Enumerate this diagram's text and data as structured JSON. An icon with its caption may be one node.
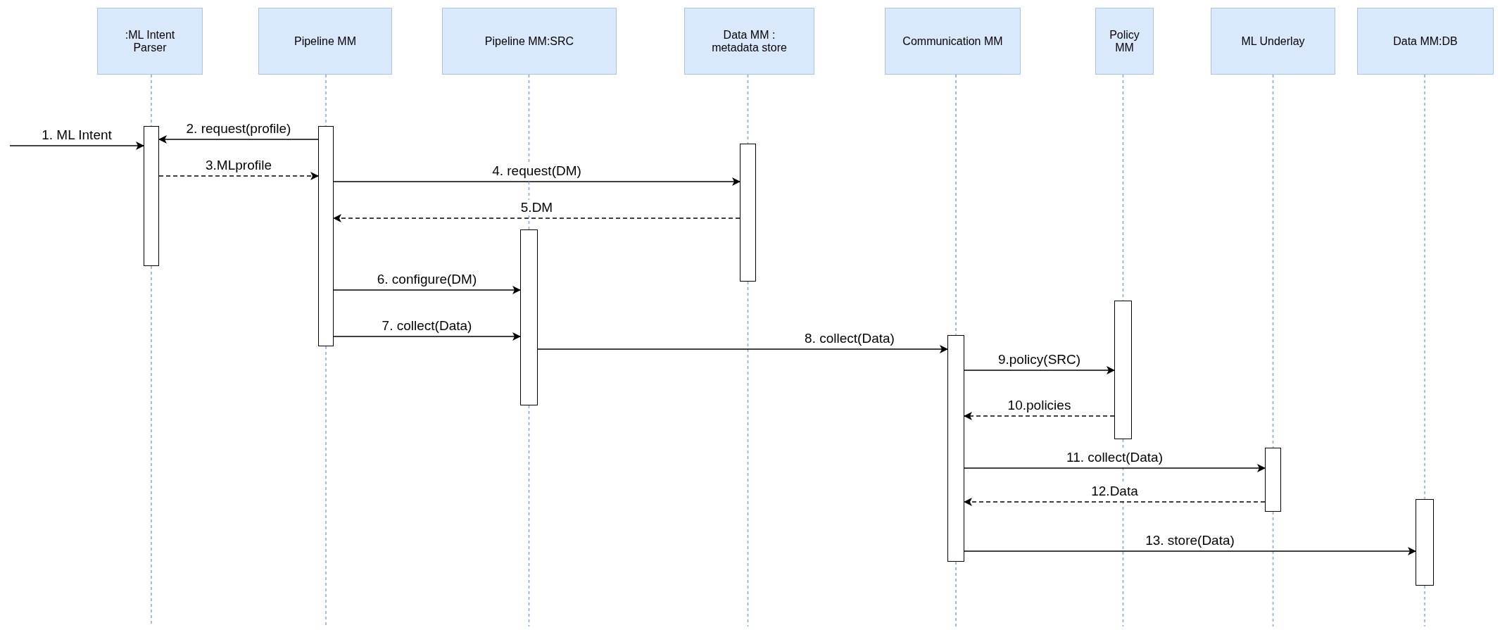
{
  "diagram": {
    "nodes": [
      {
        "text": [
          ":ML Intent Parser"
        ]
      },
      {
        "text": [
          "Pipeline MM"
        ]
      },
      {
        "text": [
          "Pipeline MM:SRC"
        ]
      },
      {
        "text": [
          "Data MM : metadata store"
        ]
      },
      {
        "text": [
          "Communication MM"
        ]
      },
      {
        "text": [
          "Policy MM"
        ]
      },
      {
        "text": [
          "ML Underlay"
        ]
      },
      {
        "text": [
          "Data MM:DB"
        ]
      },
      {
        "text": [],
        "shape": "bar"
      },
      {
        "text": [],
        "shape": "bar"
      },
      {
        "text": [],
        "shape": "bar"
      },
      {
        "text": [],
        "shape": "bar"
      },
      {
        "text": [],
        "shape": "bar"
      },
      {
        "text": [],
        "shape": "bar"
      },
      {
        "text": [],
        "shape": "bar"
      },
      {
        "text": [],
        "shape": "bar"
      }
    ],
    "edges": [
      {
        "from": null,
        "to": 8,
        "arrow": "to",
        "label": "1. ML Intent"
      },
      {
        "from": 9,
        "to": 8,
        "arrow": "to",
        "label": "2. request(profile)"
      },
      {
        "from": 8,
        "to": 9,
        "arrow": "to",
        "label": "3.MLprofile",
        "style": "dashed"
      },
      {
        "from": 9,
        "to": 11,
        "arrow": "to",
        "label": "4. request(DM)"
      },
      {
        "from": 11,
        "to": 9,
        "arrow": "to",
        "label": "5.DM",
        "style": "dashed"
      },
      {
        "from": 9,
        "to": 10,
        "arrow": "to",
        "label": "6. configure(DM)"
      },
      {
        "from": 9,
        "to": 10,
        "arrow": "to",
        "label": "7. collect(Data)"
      },
      {
        "from": 10,
        "to": 12,
        "arrow": "to",
        "label": "8. collect(Data)"
      },
      {
        "from": 12,
        "to": 13,
        "arrow": "to",
        "label": "9.policy(SRC)"
      },
      {
        "from": 13,
        "to": 12,
        "arrow": "to",
        "label": "10.policies",
        "style": "dashed"
      },
      {
        "from": 12,
        "to": 14,
        "arrow": "to",
        "label": "11. collect(Data)"
      },
      {
        "from": 14,
        "to": 12,
        "arrow": "to",
        "label": "12.Data",
        "style": "dashed"
      },
      {
        "from": 12,
        "to": 15,
        "arrow": "to",
        "label": "13. store(Data)"
      },
      {
        "from": 0,
        "to": 8,
        "arrow": "none",
        "style": "dashed",
        "color": "#7ea6e0"
      },
      {
        "from": 1,
        "to": 9,
        "arrow": "none",
        "style": "dashed",
        "color": "#7ea6e0"
      },
      {
        "from": 2,
        "to": 10,
        "arrow": "none",
        "style": "dashed",
        "color": "#7ea6e0"
      },
      {
        "from": 3,
        "to": 11,
        "arrow": "none",
        "style": "dashed",
        "color": "#7ea6e0"
      },
      {
        "from": 4,
        "to": 12,
        "arrow": "none",
        "style": "dashed",
        "color": "#7ea6e0"
      },
      {
        "from": 5,
        "to": 13,
        "arrow": "none",
        "style": "dashed",
        "color": "#7ea6e0"
      },
      {
        "from": 6,
        "to": 14,
        "arrow": "none",
        "style": "dashed",
        "color": "#7ea6e0"
      },
      {
        "from": 7,
        "to": 15,
        "arrow": "none",
        "style": "dashed",
        "color": "#7ea6e0"
      }
    ]
  }
}
